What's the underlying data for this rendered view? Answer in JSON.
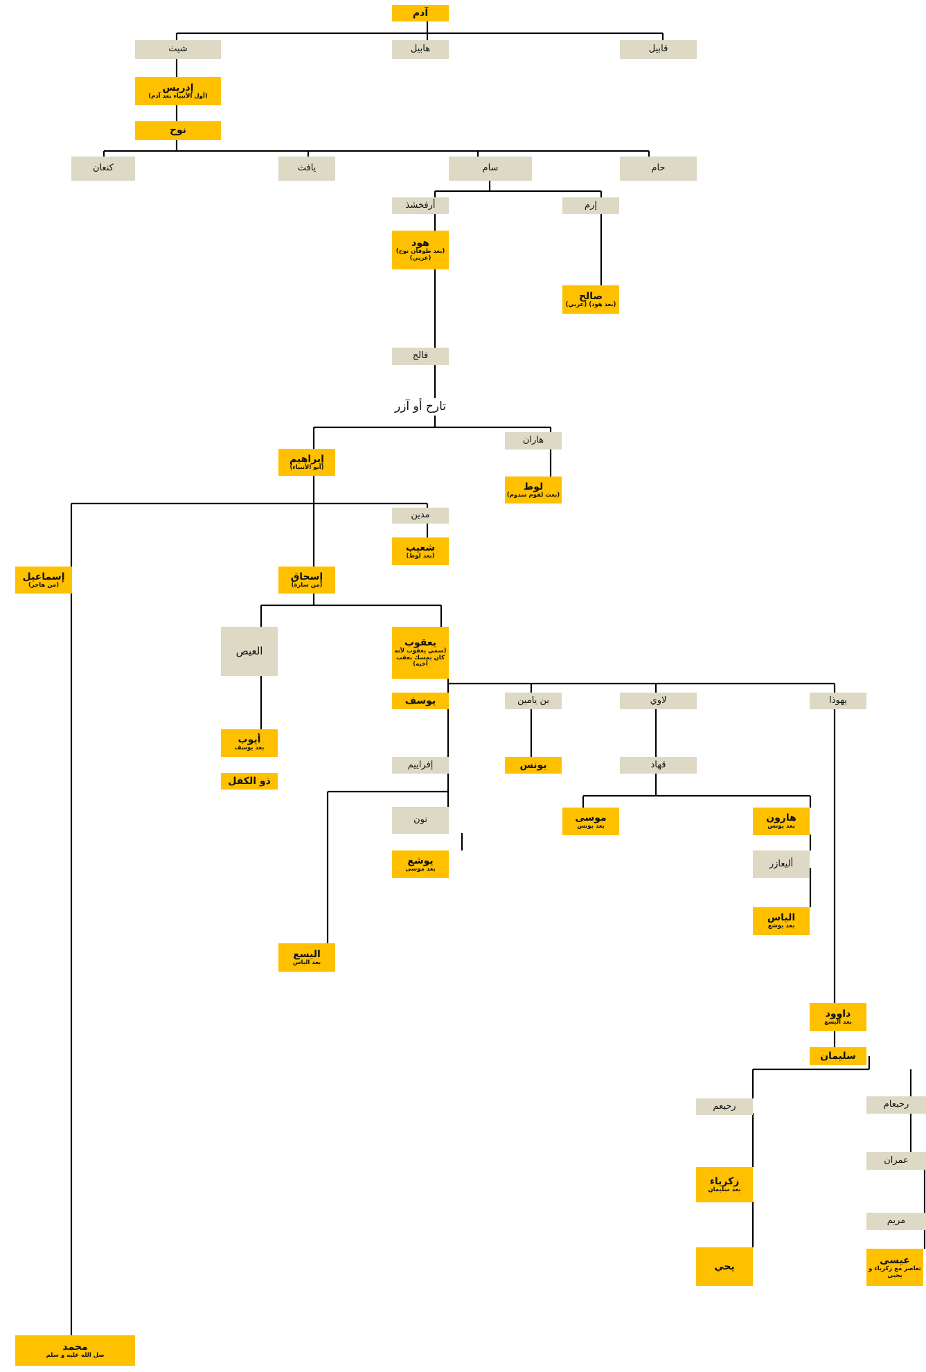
{
  "tree": {
    "nodes": [
      {
        "id": "adam",
        "name": "آدم",
        "kind": "prophet"
      },
      {
        "id": "shith",
        "name": "شيث",
        "kind": "person"
      },
      {
        "id": "habil",
        "name": "هابيل",
        "kind": "person"
      },
      {
        "id": "qabil",
        "name": "قابيل",
        "kind": "person"
      },
      {
        "id": "idris",
        "name": "إدريس",
        "note": "(أول الأنبياء بعد آدم)",
        "kind": "prophet"
      },
      {
        "id": "nuh",
        "name": "نوح",
        "kind": "prophet"
      },
      {
        "id": "kanaan",
        "name": "كنعان",
        "kind": "person"
      },
      {
        "id": "yafith",
        "name": "يافث",
        "kind": "person"
      },
      {
        "id": "sam",
        "name": "سام",
        "kind": "person"
      },
      {
        "id": "ham",
        "name": "حام",
        "kind": "person"
      },
      {
        "id": "arfakhshad",
        "name": "أرفخشذ",
        "kind": "person"
      },
      {
        "id": "iram",
        "name": "إرم",
        "kind": "person"
      },
      {
        "id": "hud",
        "name": "هود",
        "note": "(بعد طوفان نوح) (عربي)",
        "kind": "prophet"
      },
      {
        "id": "salih",
        "name": "صالح",
        "note": "(بعد هود) (عربي)",
        "kind": "prophet"
      },
      {
        "id": "falij",
        "name": "فالج",
        "kind": "person"
      },
      {
        "id": "tarih",
        "name": "تارح أو آزر",
        "kind": "plain"
      },
      {
        "id": "haran",
        "name": "هاران",
        "kind": "person"
      },
      {
        "id": "ibrahim",
        "name": "إبراهيم",
        "note": "(أبو الأنبياء)",
        "kind": "prophet"
      },
      {
        "id": "lut",
        "name": "لوط",
        "note": "(بعث لقوم سدوم)",
        "kind": "prophet"
      },
      {
        "id": "madyan",
        "name": "مدين",
        "kind": "person"
      },
      {
        "id": "shuayb",
        "name": "شعيب",
        "note": "(بعد لوط)",
        "kind": "prophet"
      },
      {
        "id": "ismail",
        "name": "إسماعيل",
        "note": "(من هاجر)",
        "kind": "prophet"
      },
      {
        "id": "ishaq",
        "name": "إسحاق",
        "note": "(من سارة)",
        "kind": "prophet"
      },
      {
        "id": "al_ays",
        "name": "العيص",
        "kind": "person"
      },
      {
        "id": "yaqub",
        "name": "يعقوب",
        "note": "(سمي يعقوب لأنه كان يمسك بعقب أخيه)",
        "kind": "prophet"
      },
      {
        "id": "yusuf",
        "name": "يوسف",
        "kind": "prophet"
      },
      {
        "id": "binyamin",
        "name": "بن يامين",
        "kind": "person"
      },
      {
        "id": "lawi",
        "name": "لاوي",
        "kind": "person"
      },
      {
        "id": "yahudha",
        "name": "يهوذا",
        "kind": "person"
      },
      {
        "id": "ayyub",
        "name": "أيوب",
        "note": "بعد يوسف",
        "kind": "prophet"
      },
      {
        "id": "dhulkifl",
        "name": "ذو الكفل",
        "kind": "prophet"
      },
      {
        "id": "afrayim",
        "name": "إفراييم",
        "kind": "person"
      },
      {
        "id": "yunus",
        "name": "يونس",
        "kind": "prophet"
      },
      {
        "id": "qahath",
        "name": "قهاد",
        "kind": "person"
      },
      {
        "id": "nun",
        "name": "نون",
        "kind": "person"
      },
      {
        "id": "musa",
        "name": "موسى",
        "note": "بعد يونس",
        "kind": "prophet"
      },
      {
        "id": "harun",
        "name": "هارون",
        "note": "بعد يونس",
        "kind": "prophet"
      },
      {
        "id": "yusha",
        "name": "يوشع",
        "note": "بعد موسى",
        "kind": "prophet"
      },
      {
        "id": "aliazar",
        "name": "أليعازر",
        "kind": "person"
      },
      {
        "id": "ilyas",
        "name": "الياس",
        "note": "بعد يوشع",
        "kind": "prophet"
      },
      {
        "id": "alyasa",
        "name": "اليسع",
        "note": "بعد الياس",
        "kind": "prophet"
      },
      {
        "id": "dawud",
        "name": "داوود",
        "note": "بعد اليسع",
        "kind": "prophet"
      },
      {
        "id": "sulayman",
        "name": "سليمان",
        "kind": "prophet"
      },
      {
        "id": "rahiam",
        "name": "رحيعم",
        "kind": "person"
      },
      {
        "id": "rahbaam",
        "name": "رحبعام",
        "kind": "person"
      },
      {
        "id": "imran",
        "name": "عمران",
        "kind": "person"
      },
      {
        "id": "zakariya",
        "name": "زكرياء",
        "note": "بعد سليمان",
        "kind": "prophet"
      },
      {
        "id": "maryam",
        "name": "مريم",
        "kind": "person"
      },
      {
        "id": "yahya",
        "name": "يحي",
        "kind": "prophet"
      },
      {
        "id": "isa",
        "name": "عيسى",
        "note": "تعاصر مع زكرياء و يحيى",
        "kind": "prophet"
      },
      {
        "id": "muhammad",
        "name": "محمد",
        "note": "صل الله عليه و سلم",
        "kind": "prophet"
      }
    ]
  }
}
